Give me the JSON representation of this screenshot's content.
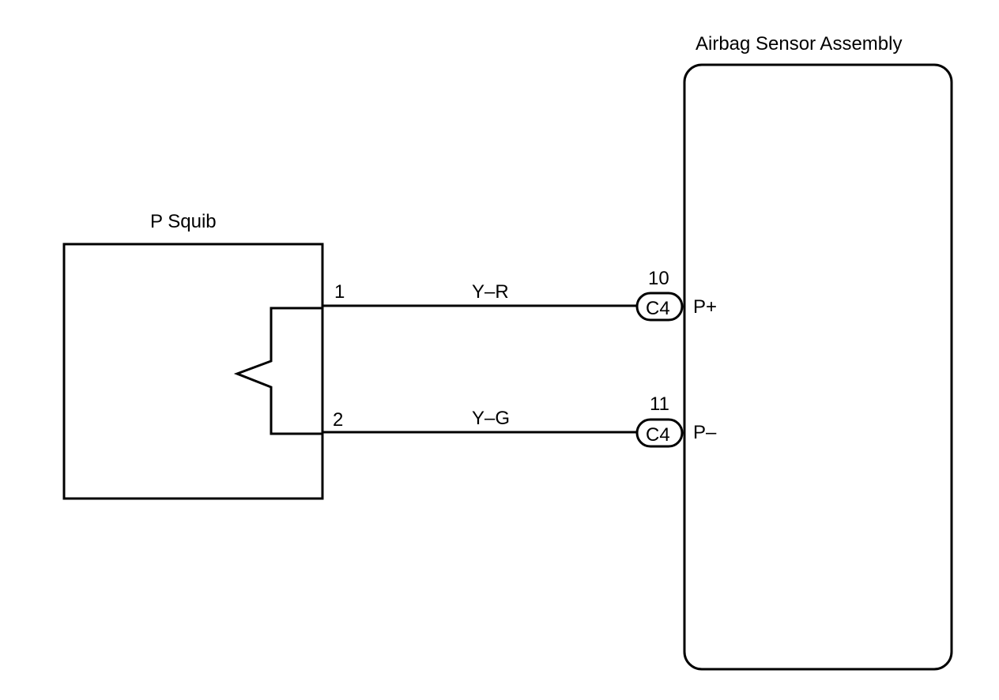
{
  "components": {
    "squib": {
      "title": "P Squib"
    },
    "sensor": {
      "title": "Airbag Sensor Assembly"
    }
  },
  "wires": [
    {
      "squib_pin": "1",
      "color_code": "Y–R",
      "connector": "C4",
      "connector_pin": "10",
      "terminal": "P+"
    },
    {
      "squib_pin": "2",
      "color_code": "Y–G",
      "connector": "C4",
      "connector_pin": "11",
      "terminal": "P–"
    }
  ]
}
